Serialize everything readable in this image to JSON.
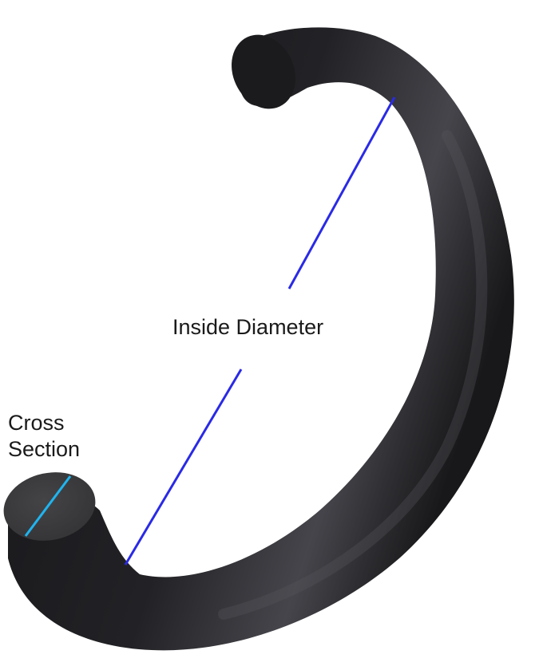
{
  "diagram": {
    "subject": "O-ring (partial ring cutaway)",
    "labels": {
      "inside_diameter": "Inside Diameter",
      "cross_section_line1": "Cross",
      "cross_section_line2": "Section"
    },
    "colors": {
      "background": "#ffffff",
      "ring_body": "#1e1e21",
      "ring_highlight": "#5a5a60",
      "cut_face": "#3c3c3e",
      "inside_diameter_line": "#2a2ae6",
      "cross_section_line": "#1fb4f0",
      "label_text": "#1a1a1a"
    }
  }
}
